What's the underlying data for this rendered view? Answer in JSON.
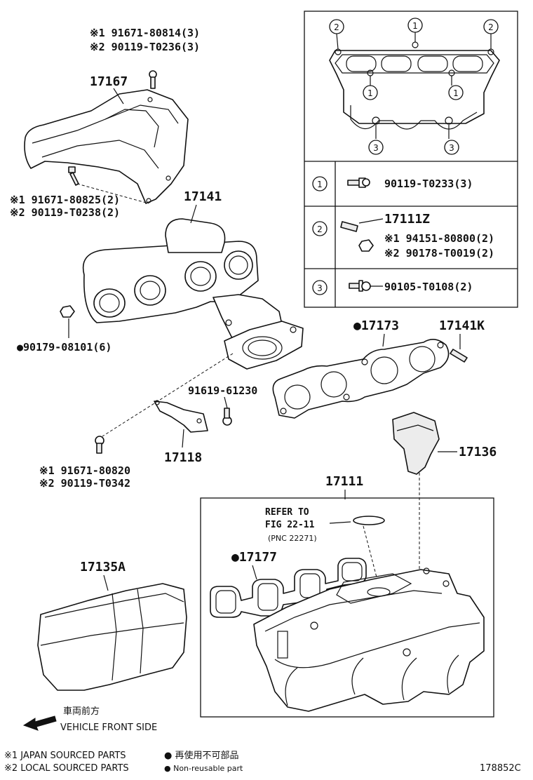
{
  "labels": {
    "p17167": "17167",
    "bolt_top_1": "※1 91671-80814(3)",
    "bolt_top_2": "※2 90119-T0236(3)",
    "bolt_mid_1": "※1 91671-80825(2)",
    "bolt_mid_2": "※2 90119-T0238(2)",
    "p17141": "17141",
    "p90179": "●90179-08101(6)",
    "p91619": "91619-61230",
    "p17118": "17118",
    "bolt_low_1": "※1 91671-80820",
    "bolt_low_2": "※2 90119-T0342",
    "p17173": "●17173",
    "p17141K": "17141K",
    "p17136": "17136",
    "p17111": "17111",
    "refer_1": "REFER TO",
    "refer_2": "FIG 22-11",
    "refer_3": "(PNC 22271)",
    "p17177": "●17177",
    "p17135A": "17135A"
  },
  "inset": {
    "callouts": [
      "2",
      "1",
      "2",
      "1",
      "1",
      "3",
      "3"
    ],
    "rows": [
      {
        "num": "1",
        "lines": [
          "90119-T0233(3)"
        ]
      },
      {
        "num": "2",
        "lines": [
          "17111Z",
          "※1 94151-80800(2)",
          "※2 90178-T0019(2)"
        ]
      },
      {
        "num": "3",
        "lines": [
          "90105-T0108(2)"
        ]
      }
    ]
  },
  "front": {
    "jp": "車両前方",
    "en": "VEHICLE FRONT SIDE"
  },
  "legend": {
    "l1": "※1 JAPAN SOURCED PARTS",
    "l2": "※2 LOCAL SOURCED PARTS",
    "r1": "● 再使用不可部品",
    "r2": "● Non-reusable part"
  },
  "figure_id": "178852C"
}
